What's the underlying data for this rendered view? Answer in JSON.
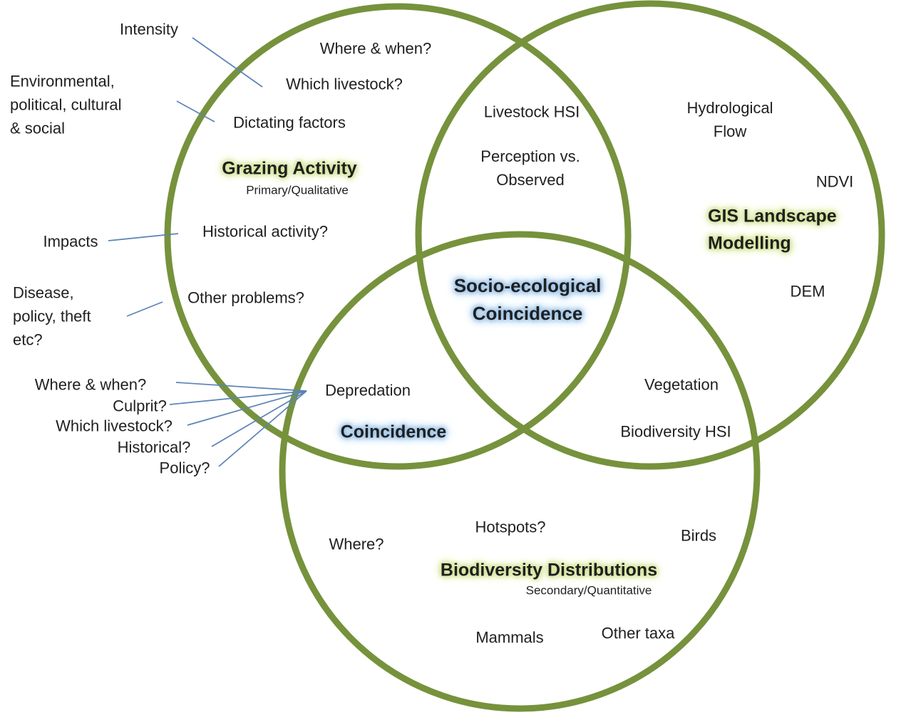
{
  "colors": {
    "circle_stroke": "#76923C",
    "connector": "#5B83B6",
    "green_glow": "#D6E49C",
    "blue_glow": "#9FC5E8",
    "text": "#1F1F1F"
  },
  "labels": {
    "intensity": "Intensity",
    "environmental": "Environmental,\npolitical, cultural\n& social",
    "impacts": "Impacts",
    "disease": "Disease,\npolicy, theft\netc?",
    "where_when_question": "Where & when?",
    "culprit_question": "Culprit?",
    "which_livestock_question": "Which livestock?",
    "historical_question": "Historical?",
    "policy_question": "Policy?",
    "where_when": "Where & when?",
    "which_livestock": "Which livestock?",
    "dictating_factors": "Dictating factors",
    "grazing_title": "Grazing Activity",
    "grazing_subtitle": "Primary/Qualitative",
    "historical_activity": "Historical activity?",
    "other_problems": "Other problems?",
    "livestock_hsi": "Livestock HSI",
    "perception_observed": "Perception vs.\nObserved",
    "hydrological_flow": "Hydrological\nFlow",
    "ndvi": "NDVI",
    "gis_title": "GIS Landscape\nModelling",
    "dem": "DEM",
    "socio_ecological": "Socio-ecological\nCoincidence",
    "depredation": "Depredation",
    "coincidence": "Coincidence",
    "vegetation": "Vegetation",
    "biodiversity_hsi": "Biodiversity HSI",
    "where": "Where?",
    "hotspots": "Hotspots?",
    "birds": "Birds",
    "biodiversity_title": "Biodiversity Distributions",
    "biodiversity_subtitle": "Secondary/Quantitative",
    "mammals": "Mammals",
    "other_taxa": "Other taxa"
  }
}
